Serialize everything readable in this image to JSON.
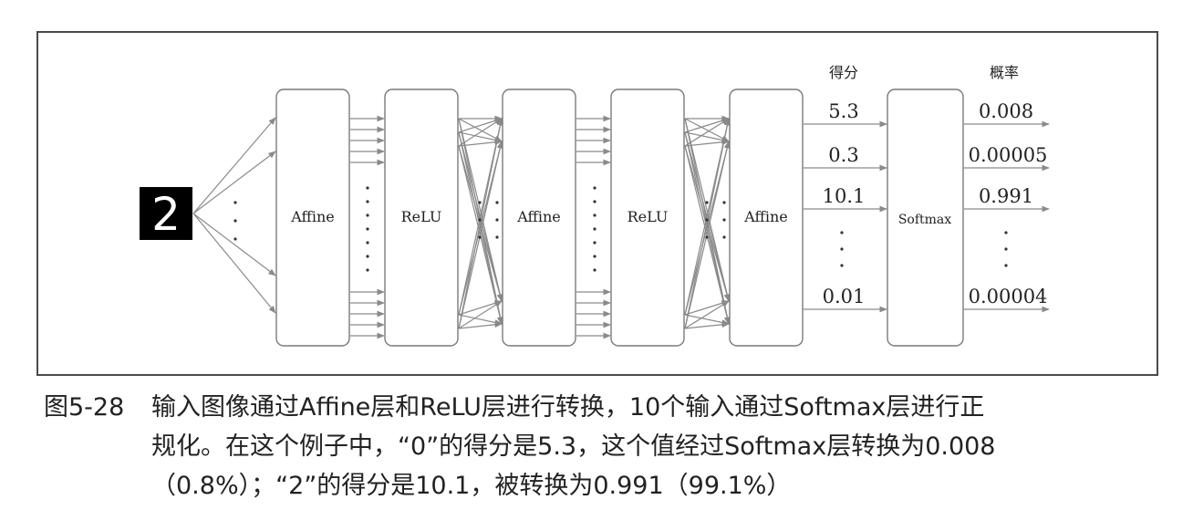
{
  "diagram": {
    "layers": [
      "Affine",
      "ReLU",
      "Affine",
      "ReLU",
      "Affine",
      "Softmax"
    ],
    "score_header": "得分",
    "prob_header": "概率",
    "scores": [
      "5.3",
      "0.3",
      "10.1",
      "0.01"
    ],
    "probabilities": [
      "0.008",
      "0.00005",
      "0.991",
      "0.00004"
    ],
    "input_digit": "2"
  },
  "caption": {
    "number": "图5-28",
    "line1": "输入图像通过Affine层和ReLU层进行转换，10个输入通过Softmax层进行正",
    "line2": "规化。在这个例子中，“0”的得分是5.3，这个值经过Softmax层转换为0.008",
    "line3": "（0.8%）；“2”的得分是10.1，被转换为0.991（99.1%）"
  }
}
